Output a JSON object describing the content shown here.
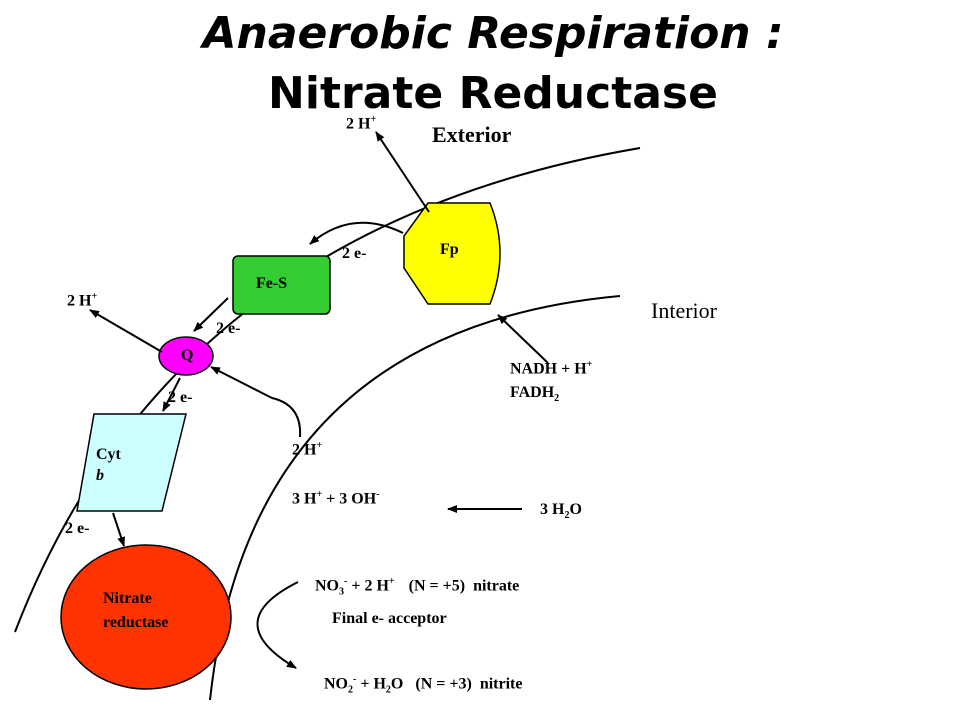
{
  "title": {
    "line1": "Anaerobic Respiration :",
    "line2": "Nitrate Reductase"
  },
  "regions": {
    "exterior": "Exterior",
    "interior": "Interior"
  },
  "components": {
    "fp": "Fp",
    "fes": "Fe-S",
    "q": "Q",
    "cyt_line1": "Cyt",
    "cyt_line2": "b",
    "nr_line1": "Nitrate",
    "nr_line2": "reductase"
  },
  "electrons": {
    "fp_to_fes": "2 e-",
    "fes_to_q": "2 e-",
    "q_to_cyt": "2 e-",
    "cyt_to_nr": "2 e-"
  },
  "protons": {
    "base": "2 H",
    "charge": "+"
  },
  "substrates": {
    "nadh": "NADH + H",
    "nadh_charge": "+",
    "fadh": "FADH",
    "fadh_sub": "2"
  },
  "water_split": {
    "h_part": "3 H",
    "h_charge": "+",
    "oh_part": " + 3 OH",
    "oh_charge": "-",
    "water_base": "3 H",
    "water_sub": "2",
    "water_end": "O"
  },
  "reaction": {
    "no3_base": "NO",
    "no3_sub": "3",
    "no3_charge": "-",
    "no3_plus": " + 2 H",
    "no3_h_charge": "+",
    "no3_state": "(N = +5)",
    "no3_name": "nitrate",
    "acceptor": "Final e- acceptor",
    "no2_base": "NO",
    "no2_sub": "2",
    "no2_charge": "-",
    "no2_plus": " + H",
    "no2_h_sub": "2",
    "no2_o": "O",
    "no2_state": "(N = +3)",
    "no2_name": "nitrite"
  },
  "colors": {
    "fp": "#ffff00",
    "fes": "#33cc33",
    "q": "#ff00ff",
    "cyt": "#ccffff",
    "nitrate_reductase": "#ff3300",
    "line": "#000000"
  }
}
